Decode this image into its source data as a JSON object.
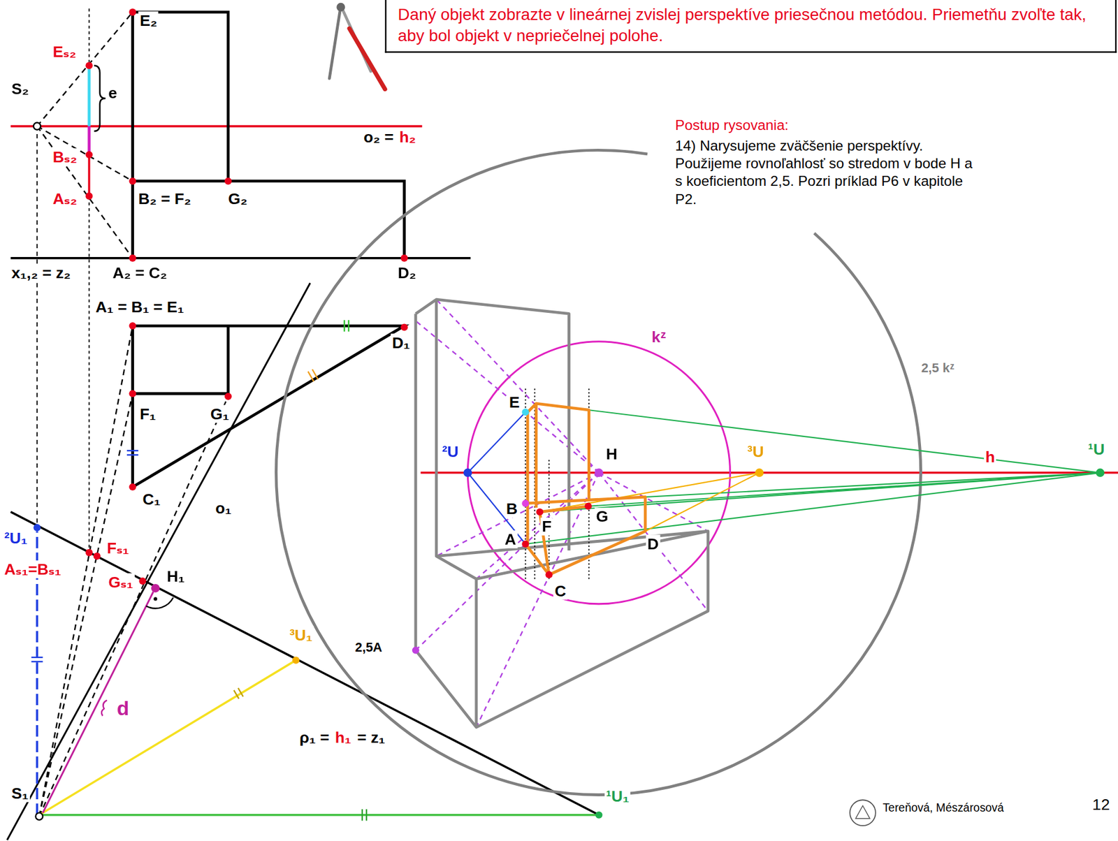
{
  "diagram": {
    "title": "Daný objekt zobrazte v lineárnej zvislej perspektíve priesečnou metódou. Priemetňu zvoľte tak, aby bol objekt v nepriečelnej polohe.",
    "labels": [
      "E₂",
      "Eₛ₂",
      "e",
      "S₂",
      "o₂ =",
      "h₂",
      "Bₛ₂",
      "B₂ = F₂",
      "G₂",
      "Aₛ₂",
      "x₁,₂ = z₂",
      "A₂ = C₂",
      "D₂",
      "A₁ = B₁ = E₁",
      "D₁",
      "F₁",
      "G₁",
      "C₁",
      "o₁",
      "²U₁",
      "Fₛ₁",
      "Aₛ₁=Bₛ₁",
      "Gₛ₁",
      "H₁",
      "³U₁",
      "d",
      "ρ₁ =",
      "h₁",
      "= z₁",
      "S₁",
      "¹U₁",
      "Postup rysovania:",
      "14) Narysujeme zväčšenie perspektívy. Použijeme rovnoľahlosť so stredom v bode H a s koeficientom 2,5. Pozri príklad P6 v kapitole P2.",
      "kᶻ",
      "2,5 kᶻ",
      "E",
      "²U",
      "H",
      "³U",
      "h",
      "¹U",
      "B",
      "F",
      "G",
      "A",
      "D",
      "C",
      "2,5A",
      "Tereňová, Mészárosová",
      "12"
    ]
  }
}
